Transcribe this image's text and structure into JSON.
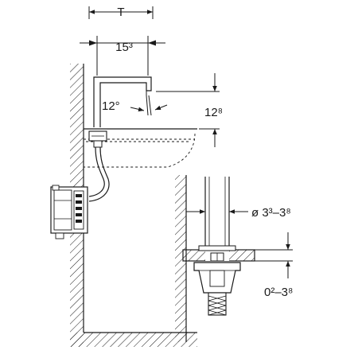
{
  "diagram": {
    "labels": {
      "t": "T",
      "d_153": "15³",
      "angle": "12°",
      "d_128": "12⁸",
      "dia": "ø 3³–3⁸",
      "range": "0²–3⁸"
    },
    "colors": {
      "ink": "#1a1a1a",
      "hatch_bg": "#ffffff"
    }
  }
}
